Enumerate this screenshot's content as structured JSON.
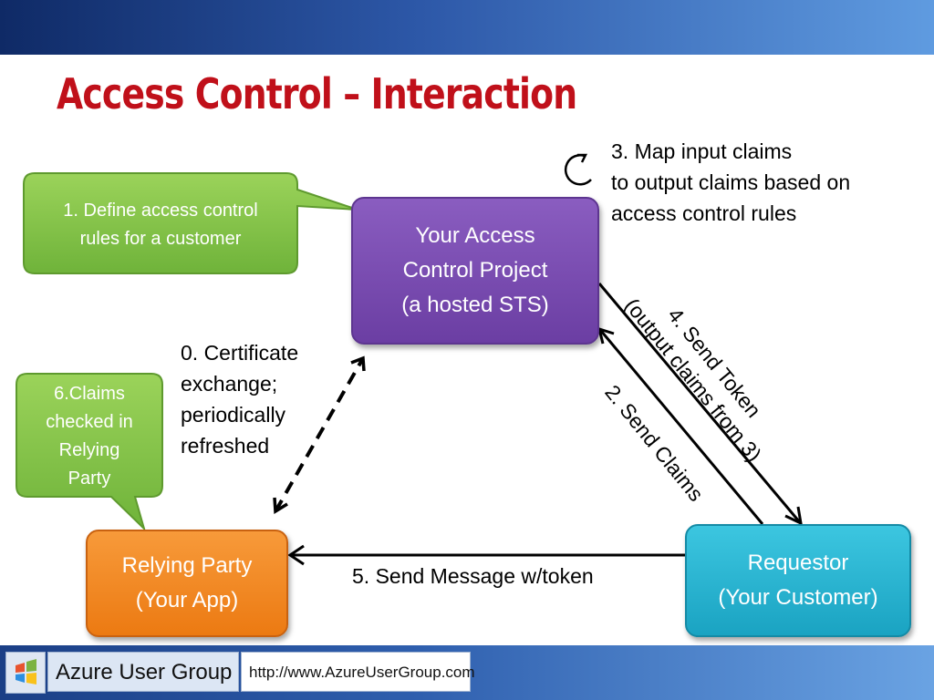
{
  "title": "Access Control – Interaction",
  "nodes": {
    "access_control_project": "Your Access\nControl Project\n(a hosted STS)",
    "relying_party": "Relying Party\n(Your App)",
    "requestor": "Requestor\n(Your Customer)"
  },
  "callouts": {
    "define_rules": "1. Define access control\nrules for a customer",
    "claims_checked": "6.Claims\nchecked in\nRelying\nParty"
  },
  "steps": {
    "certificate": "0. Certificate\nexchange;\nperiodically\nrefreshed",
    "send_claims": "2. Send Claims",
    "map_claims": "3. Map input claims\nto output claims based on\naccess control rules",
    "send_token": "4. Send Token\n(output  claims from 3)",
    "send_message": "5. Send Message w/token"
  },
  "footer": {
    "brand": "Azure User Group",
    "url": "http://www.AzureUserGroup.com"
  },
  "colors": {
    "title": "#c0101a",
    "access_control_project": "#7a4cb3",
    "relying_party": "#f08a20",
    "requestor": "#25b4d3",
    "callout": "#7cc043"
  }
}
